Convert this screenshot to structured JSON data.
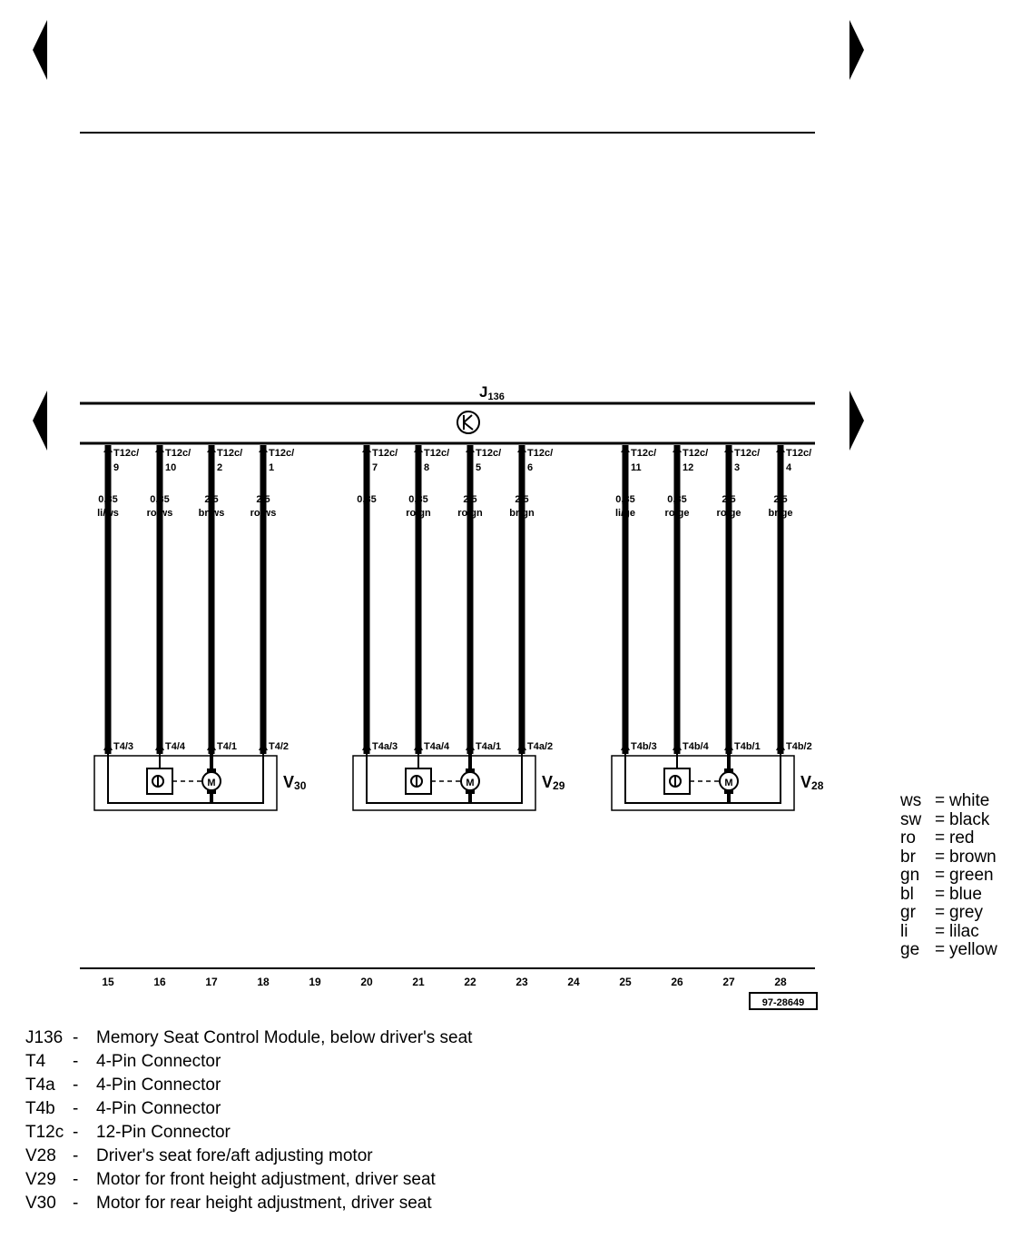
{
  "module": {
    "label": "J",
    "sub": "136"
  },
  "figure_id": "97-28649",
  "columns": [
    "15",
    "16",
    "17",
    "18",
    "19",
    "20",
    "21",
    "22",
    "23",
    "24",
    "25",
    "26",
    "27",
    "28"
  ],
  "wires": [
    {
      "pin_a": "T12c/",
      "pin_b": "9",
      "size": "0,35",
      "color": "li/ws",
      "bottom": "T4/3"
    },
    {
      "pin_a": "T12c/",
      "pin_b": "10",
      "size": "0,35",
      "color": "ro/ws",
      "bottom": "T4/4"
    },
    {
      "pin_a": "T12c/",
      "pin_b": "2",
      "size": "2,5",
      "color": "br/ws",
      "bottom": "T4/1"
    },
    {
      "pin_a": "T12c/",
      "pin_b": "1",
      "size": "2,5",
      "color": "ro/ws",
      "bottom": "T4/2"
    },
    {
      "pin_a": "T12c/",
      "pin_b": "7",
      "size": "0,35",
      "color": "li",
      "bottom": "T4a/3"
    },
    {
      "pin_a": "T12c/",
      "pin_b": "8",
      "size": "0,35",
      "color": "ro/gn",
      "bottom": "T4a/4"
    },
    {
      "pin_a": "T12c/",
      "pin_b": "5",
      "size": "2,5",
      "color": "ro/gn",
      "bottom": "T4a/1"
    },
    {
      "pin_a": "T12c/",
      "pin_b": "6",
      "size": "2,5",
      "color": "br/gn",
      "bottom": "T4a/2"
    },
    {
      "pin_a": "T12c/",
      "pin_b": "11",
      "size": "0,35",
      "color": "li/ge",
      "bottom": "T4b/3"
    },
    {
      "pin_a": "T12c/",
      "pin_b": "12",
      "size": "0,35",
      "color": "ro/ge",
      "bottom": "T4b/4"
    },
    {
      "pin_a": "T12c/",
      "pin_b": "3",
      "size": "2,5",
      "color": "ro/ge",
      "bottom": "T4b/1"
    },
    {
      "pin_a": "T12c/",
      "pin_b": "4",
      "size": "2,5",
      "color": "br/ge",
      "bottom": "T4b/2"
    }
  ],
  "motors": [
    {
      "label": "V",
      "sub": "30",
      "symbol": "M"
    },
    {
      "label": "V",
      "sub": "29",
      "symbol": "M"
    },
    {
      "label": "V",
      "sub": "28",
      "symbol": "M"
    }
  ],
  "color_codes": [
    {
      "abbr": "ws",
      "name": "white"
    },
    {
      "abbr": "sw",
      "name": "black"
    },
    {
      "abbr": "ro",
      "name": "red"
    },
    {
      "abbr": "br",
      "name": "brown"
    },
    {
      "abbr": "gn",
      "name": "green"
    },
    {
      "abbr": "bl",
      "name": "blue"
    },
    {
      "abbr": "gr",
      "name": "grey"
    },
    {
      "abbr": "li",
      "name": "lilac"
    },
    {
      "abbr": "ge",
      "name": "yellow"
    }
  ],
  "legend": [
    {
      "code": "J136",
      "dash": "-",
      "desc": "Memory Seat Control Module, below driver's seat"
    },
    {
      "code": "T4",
      "dash": "-",
      "desc": "4-Pin Connector"
    },
    {
      "code": "T4a",
      "dash": "-",
      "desc": "4-Pin Connector"
    },
    {
      "code": "T4b",
      "dash": "-",
      "desc": "4-Pin Connector"
    },
    {
      "code": "T12c",
      "dash": "-",
      "desc": "12-Pin Connector"
    },
    {
      "code": "V28",
      "dash": "-",
      "desc": "Driver's seat fore/aft adjusting motor"
    },
    {
      "code": "V29",
      "dash": "-",
      "desc": "Motor for front height adjustment, driver seat"
    },
    {
      "code": "V30",
      "dash": "-",
      "desc": "Motor for rear height adjustment, driver seat"
    }
  ]
}
